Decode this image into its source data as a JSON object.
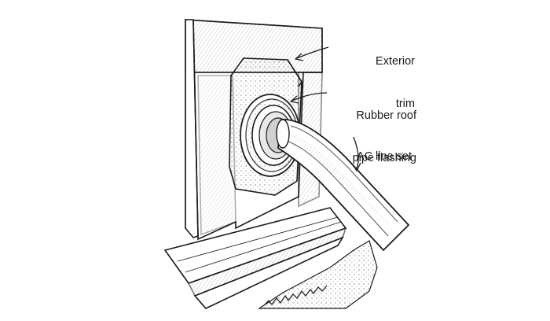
{
  "labels": {
    "exterior_trim": {
      "line1": "Exterior",
      "line2": "trim"
    },
    "rubber_flashing": {
      "line1": "Rubber roof",
      "line2": "pipe flashing"
    },
    "ac_line_set": {
      "line1": "AC line set"
    }
  },
  "colors": {
    "ink": "#1a1a1a",
    "paper": "#ffffff",
    "shade": "#6e6e6e"
  }
}
